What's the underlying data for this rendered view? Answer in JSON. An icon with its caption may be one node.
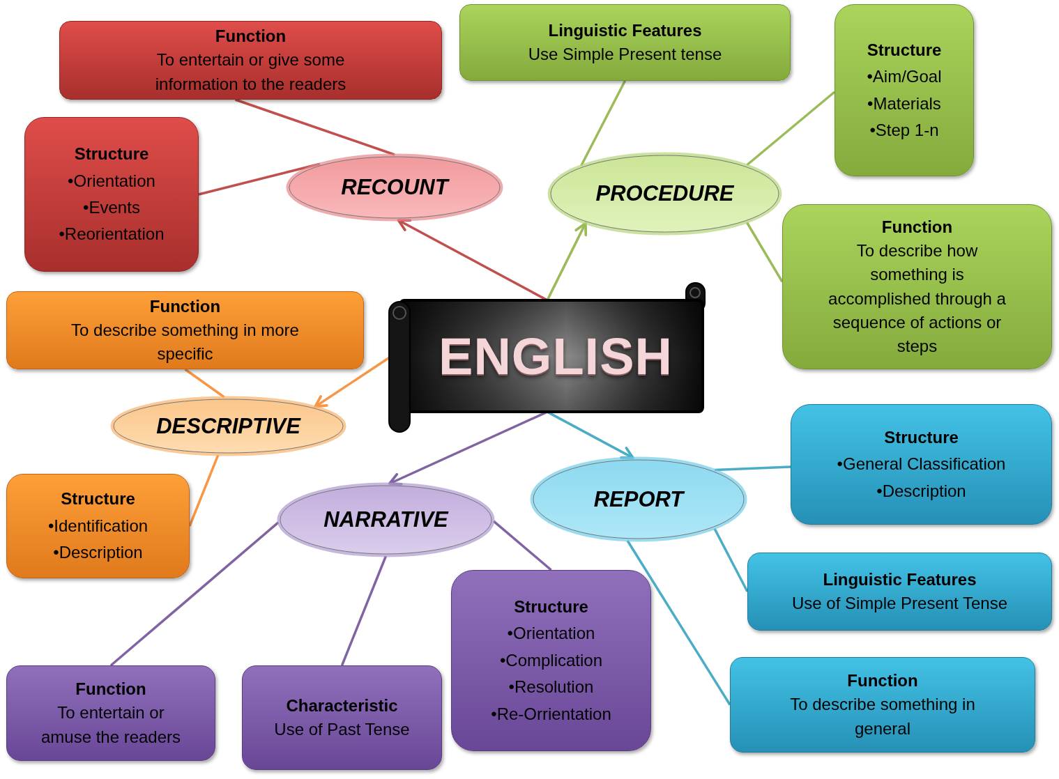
{
  "diagram": {
    "nodes": [
      {
        "text": [
          "ENGLISH"
        ]
      },
      {
        "text": [
          "RECOUNT"
        ]
      },
      {
        "text": [
          "Function",
          "To entertain or give some information to the readers"
        ]
      },
      {
        "text": [
          "Structure",
          "•Orientation",
          "•Events",
          "•Reorientation"
        ]
      },
      {
        "text": [
          "PROCEDURE"
        ]
      },
      {
        "text": [
          "Linguistic Features",
          "Use Simple Present tense"
        ]
      },
      {
        "text": [
          "Structure",
          "•Aim/Goal",
          "•Materials",
          "•Step 1-n"
        ]
      },
      {
        "text": [
          "Function",
          "To describe how something is accomplished through a sequence of actions or steps"
        ]
      },
      {
        "text": [
          "DESCRIPTIVE"
        ]
      },
      {
        "text": [
          "Function",
          "To describe something in more specific"
        ]
      },
      {
        "text": [
          "Structure",
          "•Identification",
          "•Description"
        ]
      },
      {
        "text": [
          "NARRATIVE"
        ]
      },
      {
        "text": [
          "Function",
          "To entertain or amuse the readers"
        ]
      },
      {
        "text": [
          "Characteristic",
          "Use of Past Tense"
        ]
      },
      {
        "text": [
          "Structure",
          "•Orientation",
          "•Complication",
          "•Resolution",
          "•Re-Orrientation"
        ]
      },
      {
        "text": [
          "REPORT"
        ]
      },
      {
        "text": [
          "Structure",
          "•General Classification",
          "•Description"
        ]
      },
      {
        "text": [
          "Linguistic Features",
          "Use of Simple Present Tense"
        ]
      },
      {
        "text": [
          "Function",
          "To describe something in general"
        ]
      }
    ],
    "edges": [
      {
        "from": 0,
        "to": 1,
        "arrow": "to",
        "color": "#c0504d"
      },
      {
        "from": 1,
        "to": 2,
        "arrow": "none",
        "color": "#c0504d"
      },
      {
        "from": 1,
        "to": 3,
        "arrow": "none",
        "color": "#c0504d"
      },
      {
        "from": 0,
        "to": 4,
        "arrow": "to",
        "color": "#9bbb59"
      },
      {
        "from": 4,
        "to": 5,
        "arrow": "none",
        "color": "#9bbb59"
      },
      {
        "from": 4,
        "to": 6,
        "arrow": "none",
        "color": "#9bbb59"
      },
      {
        "from": 4,
        "to": 7,
        "arrow": "none",
        "color": "#9bbb59"
      },
      {
        "from": 0,
        "to": 8,
        "arrow": "to",
        "color": "#f79646"
      },
      {
        "from": 8,
        "to": 9,
        "arrow": "none",
        "color": "#f79646"
      },
      {
        "from": 8,
        "to": 10,
        "arrow": "none",
        "color": "#f79646"
      },
      {
        "from": 0,
        "to": 11,
        "arrow": "to",
        "color": "#8064a2"
      },
      {
        "from": 11,
        "to": 12,
        "arrow": "none",
        "color": "#8064a2"
      },
      {
        "from": 11,
        "to": 13,
        "arrow": "none",
        "color": "#8064a2"
      },
      {
        "from": 11,
        "to": 14,
        "arrow": "none",
        "color": "#8064a2"
      },
      {
        "from": 0,
        "to": 15,
        "arrow": "to",
        "color": "#4bacc6"
      },
      {
        "from": 15,
        "to": 16,
        "arrow": "none",
        "color": "#4bacc6"
      },
      {
        "from": 15,
        "to": 17,
        "arrow": "none",
        "color": "#4bacc6"
      },
      {
        "from": 15,
        "to": 18,
        "arrow": "none",
        "color": "#4bacc6"
      }
    ]
  }
}
